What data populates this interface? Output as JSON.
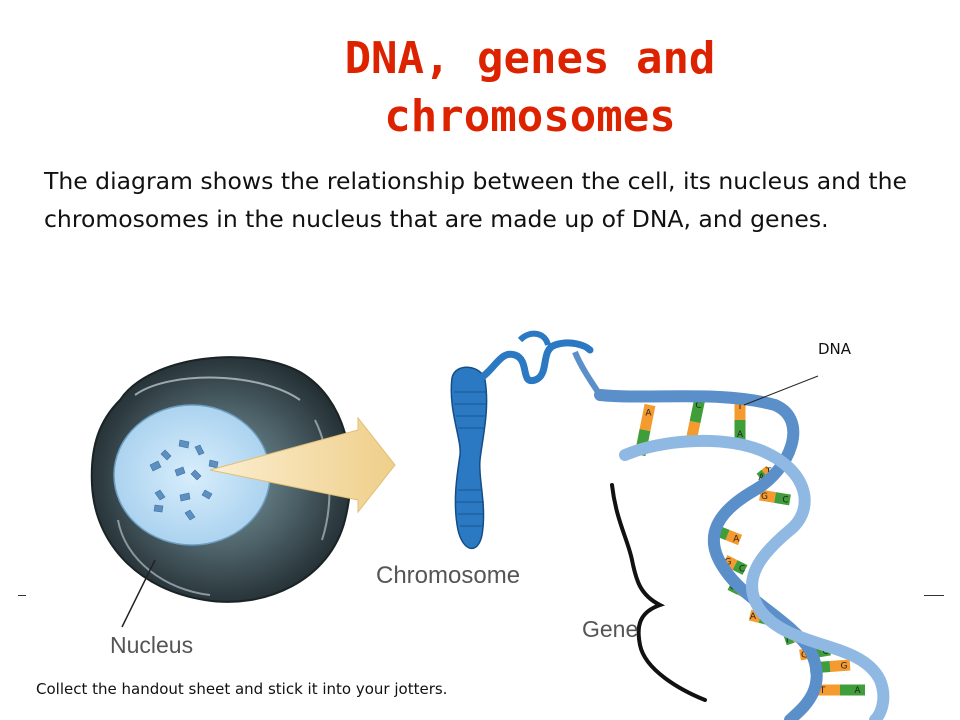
{
  "slide": {
    "title": "DNA, genes and chromosomes",
    "description": "The diagram shows the relationship between the cell, its nucleus and the chromosomes in the nucleus that are made up of DNA, and genes.",
    "footer": "Collect the handout sheet and stick it into your jotters.",
    "title_color": "#dd2200"
  },
  "diagram": {
    "labels": {
      "dna": "DNA",
      "chromosome": "Chromosome",
      "nucleus": "Nucleus",
      "gene": "Gene"
    },
    "base_pairs": [
      [
        "T",
        "A"
      ],
      [
        "G",
        "C"
      ],
      [
        "A",
        "T"
      ],
      [
        "T",
        "A"
      ],
      [
        "C",
        "G"
      ],
      [
        "A",
        "T"
      ],
      [
        "C",
        "G"
      ],
      [
        "G",
        "C"
      ],
      [
        "T",
        "A"
      ],
      [
        "A",
        "T"
      ],
      [
        "C",
        "G"
      ],
      [
        "G",
        "C"
      ],
      [
        "A",
        "T"
      ]
    ],
    "colors": {
      "strand": "#5b8fc9",
      "base_orange": "#f59a2e",
      "base_green": "#3f9e3a",
      "cell_dark": "#2e3d43",
      "nucleus": "#b8dcf4",
      "chromosome": "#2a79c2",
      "arrow": "#f3d69a"
    }
  }
}
